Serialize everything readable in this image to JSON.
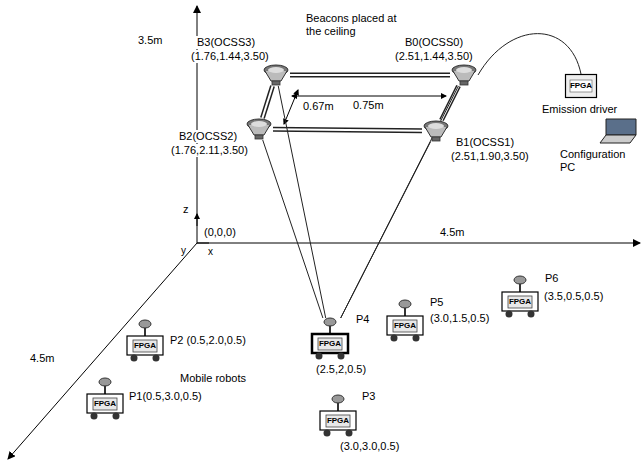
{
  "diagram": {
    "nodes": [
      {
        "text": [
          "B3(OCSS3)",
          "(1.76,1.44,3.50)"
        ]
      },
      {
        "text": [
          "B0(OCSS0)",
          "(2.51,1.44,3.50)"
        ]
      },
      {
        "text": [
          "B2(OCSS2)",
          "(1.76,2.11,3.50)"
        ]
      },
      {
        "text": [
          "B1(OCSS1)",
          "(2.51,1.90,3.50)"
        ]
      },
      {
        "text": [
          "FPGA",
          "Emission driver"
        ]
      },
      {
        "text": [
          "Configuration PC"
        ]
      },
      {
        "text": [
          "FPGA",
          "P2 (0.5,2.0,0.5)"
        ]
      },
      {
        "text": [
          "FPGA",
          "P4",
          "(2.5,2,0.5)"
        ]
      },
      {
        "text": [
          "FPGA",
          "P5",
          "(3.0,1.5,0.5)"
        ]
      },
      {
        "text": [
          "FPGA",
          "P6",
          "(3.5,0.5,0.5)"
        ]
      },
      {
        "text": [
          "FPGA",
          "P1(0.5,3.0,0.5)"
        ]
      },
      {
        "text": [
          "FPGA",
          "P3",
          "(3.0,3.0,0.5)"
        ]
      }
    ],
    "edges": [
      {
        "from": 0,
        "to": 1,
        "arrow": "none"
      },
      {
        "from": 2,
        "to": 3,
        "arrow": "none"
      },
      {
        "from": 0,
        "to": 2,
        "arrow": "none"
      },
      {
        "from": 1,
        "to": 3,
        "arrow": "none"
      },
      {
        "from": 0,
        "to": 7,
        "arrow": "none"
      },
      {
        "from": 1,
        "to": 7,
        "arrow": "none"
      },
      {
        "from": 2,
        "to": 7,
        "arrow": "none"
      },
      {
        "from": 3,
        "to": 7,
        "arrow": "none"
      },
      {
        "from": 1,
        "to": 4,
        "arrow": "none"
      }
    ],
    "labels": [
      "3.5m",
      "Beacons placed at the ceiling",
      "0.75m",
      "0.67m",
      "z",
      "(0,0,0)",
      "x",
      "y",
      "4.5m",
      "4.5m",
      "Mobile robots"
    ]
  }
}
